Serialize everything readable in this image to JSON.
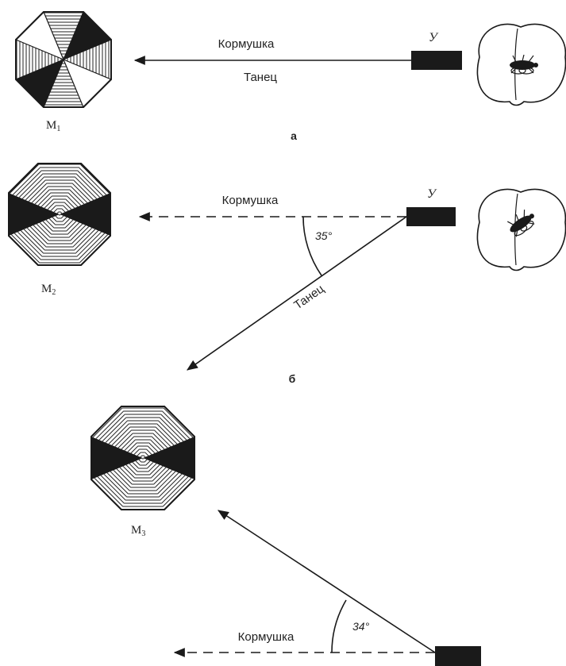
{
  "panels": [
    {
      "id": "a",
      "panel_letter": "а",
      "mirror_label": "М",
      "mirror_sub": "1",
      "hive_label": "У",
      "feeder_label": "Кормушка",
      "dance_label": "Танец"
    },
    {
      "id": "b",
      "panel_letter": "б",
      "mirror_label": "М",
      "mirror_sub": "2",
      "hive_label": "У",
      "feeder_label": "Кормушка",
      "dance_label": "Танец",
      "angle_label": "35°"
    },
    {
      "id": "c",
      "mirror_label": "М",
      "mirror_sub": "3",
      "feeder_label": "Кормушка",
      "angle_label": "34°"
    }
  ],
  "colors": {
    "ink": "#1a1a1a",
    "paper": "#ffffff"
  }
}
